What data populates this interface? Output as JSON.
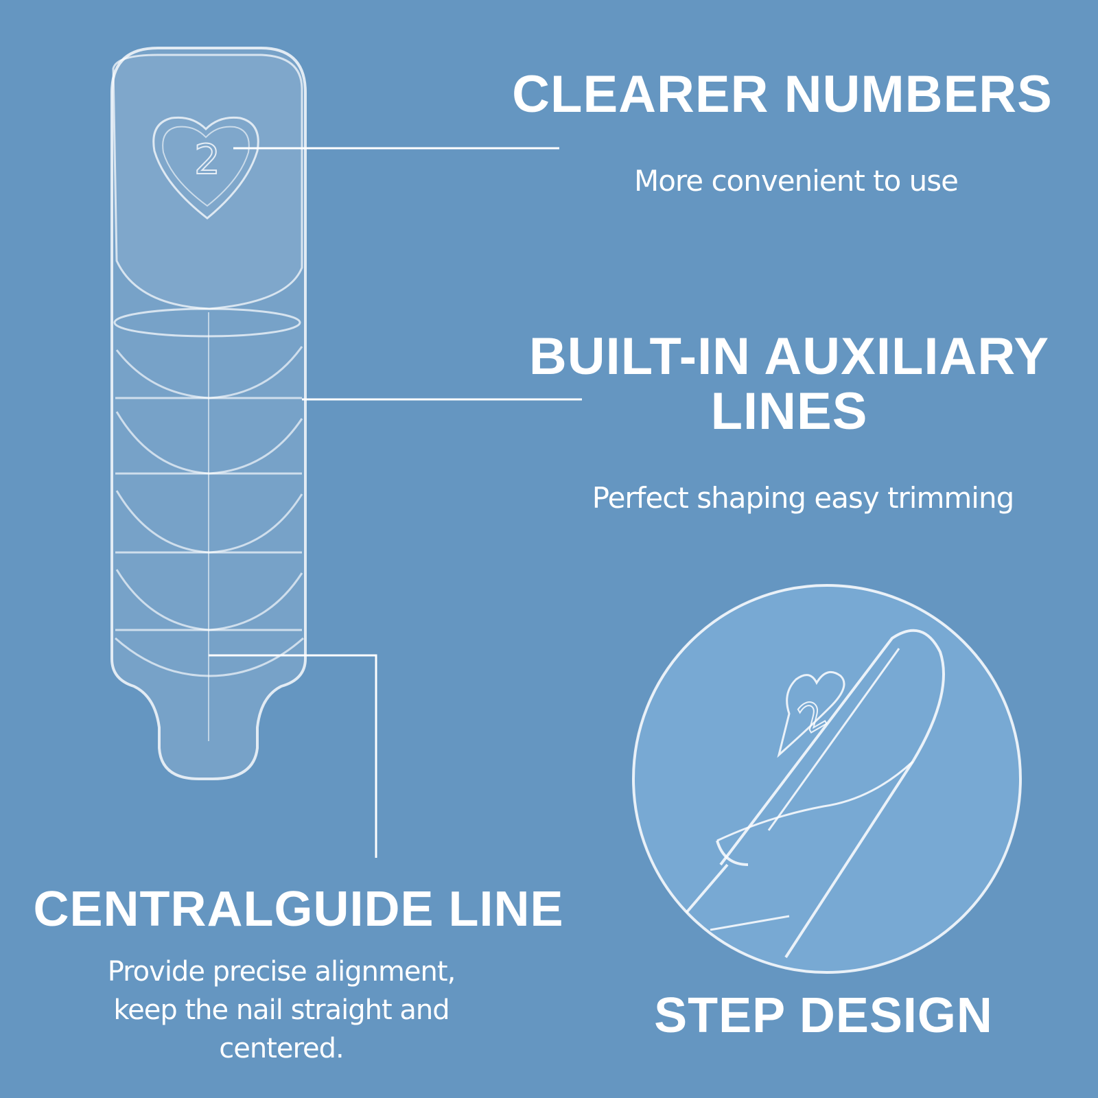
{
  "features": {
    "clearer_numbers": {
      "title": "CLEARER NUMBERS",
      "subtitle": "More convenient to use"
    },
    "auxiliary_lines": {
      "title_line1": "BUILT-IN AUXILIARY",
      "title_line2": "LINES",
      "subtitle": "Perfect shaping easy trimming"
    },
    "central_guide": {
      "title": "CENTRALGUIDE LINE",
      "subtitle_line1": "Provide precise alignment,",
      "subtitle_line2": "keep the nail straight and",
      "subtitle_line3": "centered."
    },
    "step_design": {
      "title": "STEP DESIGN"
    }
  },
  "nail_number": "2",
  "colors": {
    "background": "#6596c1",
    "circle_fill": "#78a9d3",
    "text": "#ffffff"
  }
}
